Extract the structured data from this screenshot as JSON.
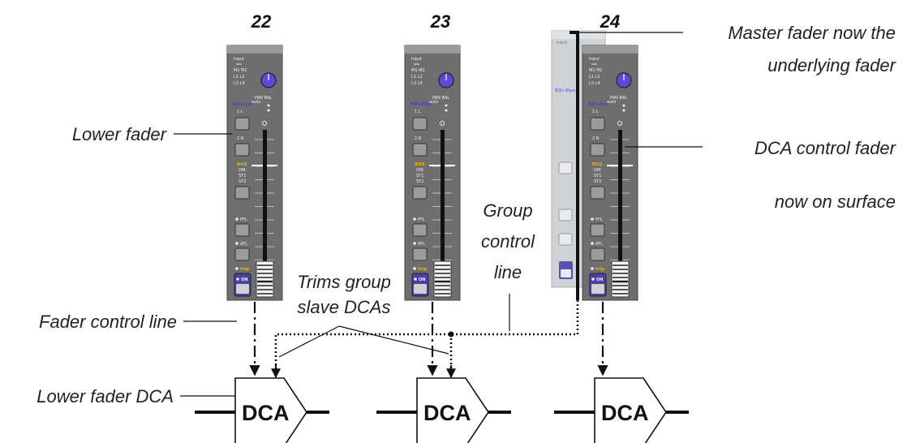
{
  "channels": [
    {
      "number": "22"
    },
    {
      "number": "23"
    },
    {
      "number": "24"
    }
  ],
  "strip": {
    "input": "Input",
    "m1m2": "M1 M2",
    "l1l2": "L1  L2",
    "l3l4": "L3  L4",
    "panbal": "PAN BAL",
    "auto": "auto",
    "eqdyn": "EQ+Dyn",
    "sel1": "1  L",
    "sel2": "2  R",
    "bus": "BUS",
    "dir": "DIR",
    "st1": "ST1",
    "st2": "ST2",
    "pfl": "PFL",
    "afl": "AFL",
    "trip": "trip",
    "on": "ON"
  },
  "labels": {
    "lower_fader": "Lower fader",
    "fader_control_line": "Fader control line",
    "lower_fader_dca": "Lower fader DCA",
    "trims_group_1": "Trims group",
    "trims_group_2": "slave DCAs",
    "group_1": "Group",
    "group_2": "control",
    "group_3": "line",
    "master_1": "Master fader now the",
    "master_2": "underlying fader",
    "dca_control_1": "DCA control fader",
    "dca_control_2": "now on surface"
  },
  "dca_label": "DCA",
  "colors": {
    "strip": "#6e6e6e",
    "strip_header": "#9a9a9a",
    "strip_light": "#cfd2d6",
    "eq_text": "#4a3ad0",
    "bus_text": "#f0b000",
    "knob": "#5a4bd6",
    "on_button": "#4b3fa8"
  }
}
